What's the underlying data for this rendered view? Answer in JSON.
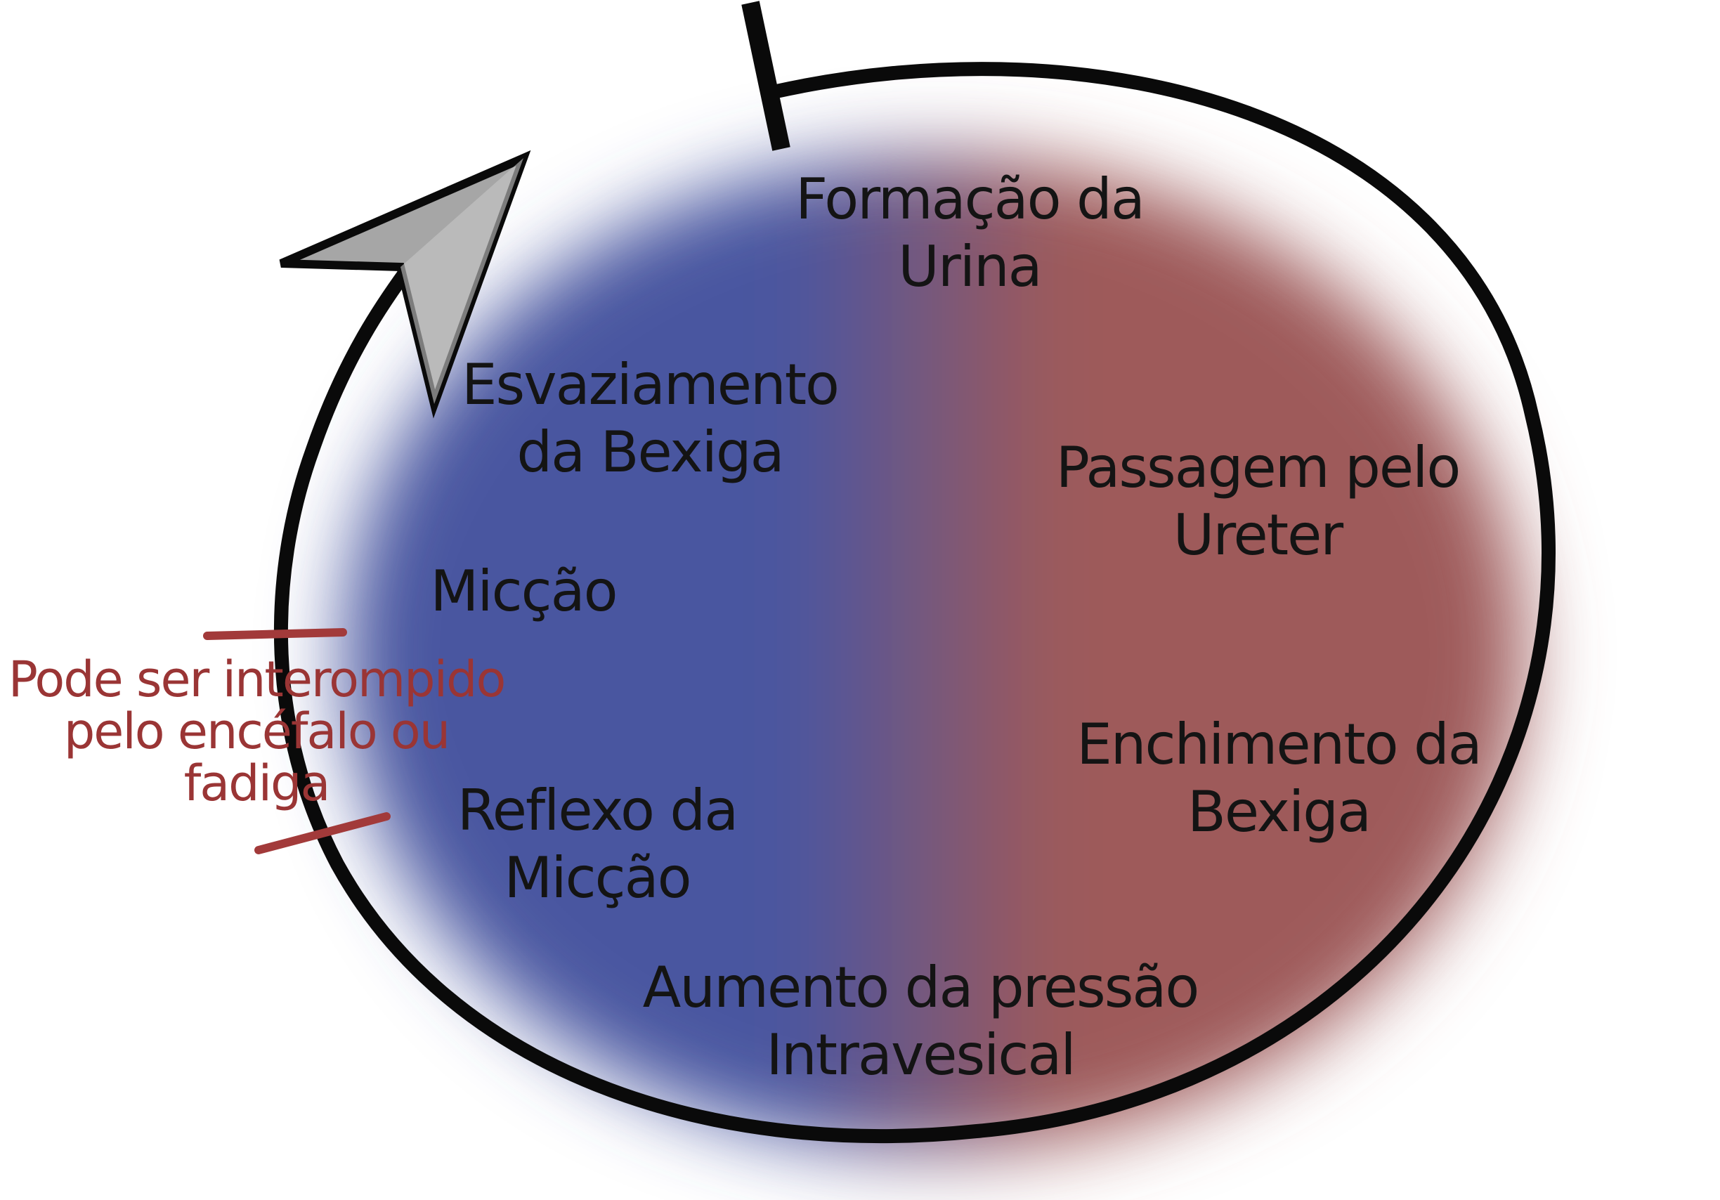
{
  "colors": {
    "left_region": "#4a56a0",
    "right_region": "#9e5a5a",
    "outline": "#0a0a0a",
    "arrowhead_fill": "#a6a6a6",
    "note_text": "#9a3535",
    "note_line": "#a23a3a",
    "label_text": "#141414"
  },
  "stages": {
    "formacao": {
      "line1": "Formação da",
      "line2": "Urina"
    },
    "passagem": {
      "line1": "Passagem pelo",
      "line2": "Ureter"
    },
    "enchimento": {
      "line1": "Enchimento da",
      "line2": "Bexiga"
    },
    "aumento": {
      "line1": "Aumento da pressão",
      "line2": "Intravesical"
    },
    "reflexo": {
      "line1": "Reflexo da",
      "line2": "Micção"
    },
    "miccao": {
      "line1": "Micção"
    },
    "esvaziamento": {
      "line1": "Esvaziamento",
      "line2": "da Bexiga"
    }
  },
  "note": {
    "line1": "Pode ser interompido",
    "line2": "pelo encéfalo ou",
    "line3": "fadiga"
  }
}
